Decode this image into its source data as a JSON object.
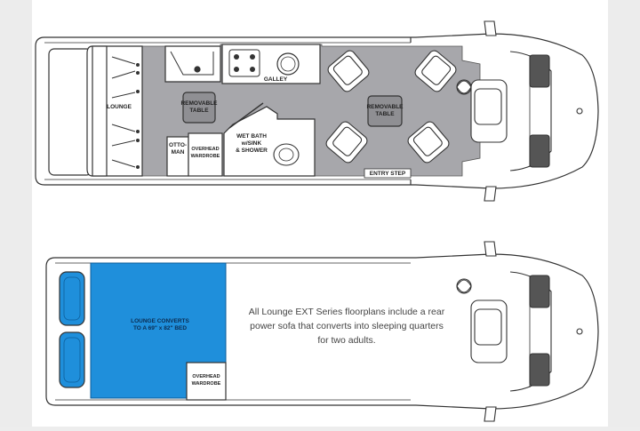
{
  "labels": {
    "lounge": "LOUNGE",
    "removable_table_rear": "REMOVABLE\nTABLE",
    "removable_table_front": "REMOVABLE\nTABLE",
    "ottoman": "OTTO-\nMAN",
    "overhead_wardrobe_top": "OVERHEAD\nWARDROBE",
    "galley": "GALLEY",
    "wet_bath": "WET BATH\nw/SINK\n& SHOWER",
    "entry_step": "ENTRY STEP",
    "lounge_converts": "LOUNGE CONVERTS\nTO A 69\" x 82\" BED",
    "overhead_wardrobe_bottom": "OVERHEAD\nWARDROBE"
  },
  "note": "All Lounge EXT Series floorplans include a rear power sofa that converts into sleeping quarters for two adults.",
  "colors": {
    "floor": "#a7a7ab",
    "bed": "#1f8fdb",
    "outline": "#333333",
    "body": "#ffffff"
  }
}
